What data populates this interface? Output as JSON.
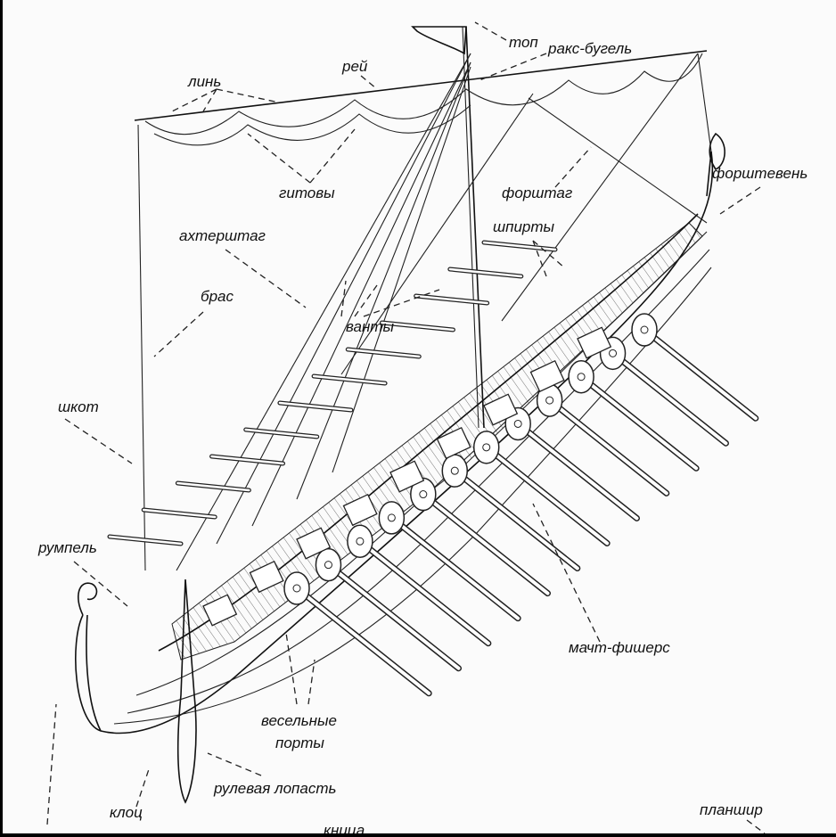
{
  "title": "Viking longship rigging and hull diagram",
  "labels": {
    "top": "топ",
    "raks_bugel": "ракс-бугель",
    "rei": "рей",
    "lin": "линь",
    "gitovy": "гитовы",
    "forshtag": "форштаг",
    "forshteven": "форштевень",
    "shpirty": "шпирты",
    "akhtershtag": "ахтерштаг",
    "bras": "брас",
    "vanty": "ванты",
    "shkot": "шкот",
    "rumpel": "румпель",
    "macht_fishers": "мачт-фишерс",
    "veselnye": "весельные",
    "porty": "порты",
    "rulevaya_lopast": "рулевая лопасть",
    "klots": "клоц",
    "planshir": "планшир",
    "knitsa": "кница"
  }
}
